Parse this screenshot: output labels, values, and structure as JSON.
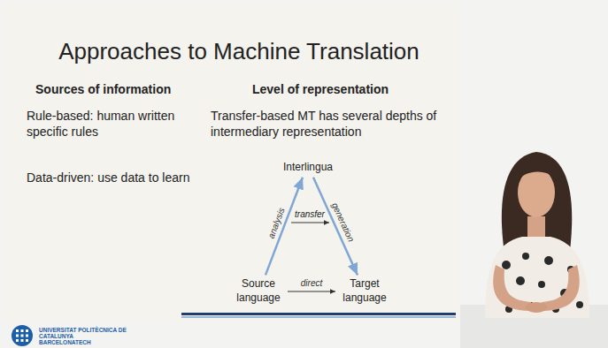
{
  "diagram": {
    "title": "Approaches to Machine Translation",
    "nodes": [
      {
        "text": [
          "Interlingua"
        ]
      },
      {
        "text": [
          "Source language"
        ]
      },
      {
        "text": [
          "Target language"
        ]
      }
    ],
    "edges": [
      {
        "from": 1,
        "to": 0,
        "label": "analysis",
        "arrow": "to"
      },
      {
        "from": 0,
        "to": 2,
        "label": "generation",
        "arrow": "to"
      },
      {
        "from": 1,
        "to": 2,
        "label": "direct",
        "arrow": "to"
      }
    ],
    "labels": [
      "Sources of information",
      "Level of representation",
      "Rule-based: human written specific rules",
      "Transfer-based MT has several depths of intermediary representation",
      "Data-driven: use data to learn",
      "transfer",
      "UNIVERSITAT POLITÈCNICA DE CATALUNYA",
      "BARCELONATECH"
    ]
  }
}
